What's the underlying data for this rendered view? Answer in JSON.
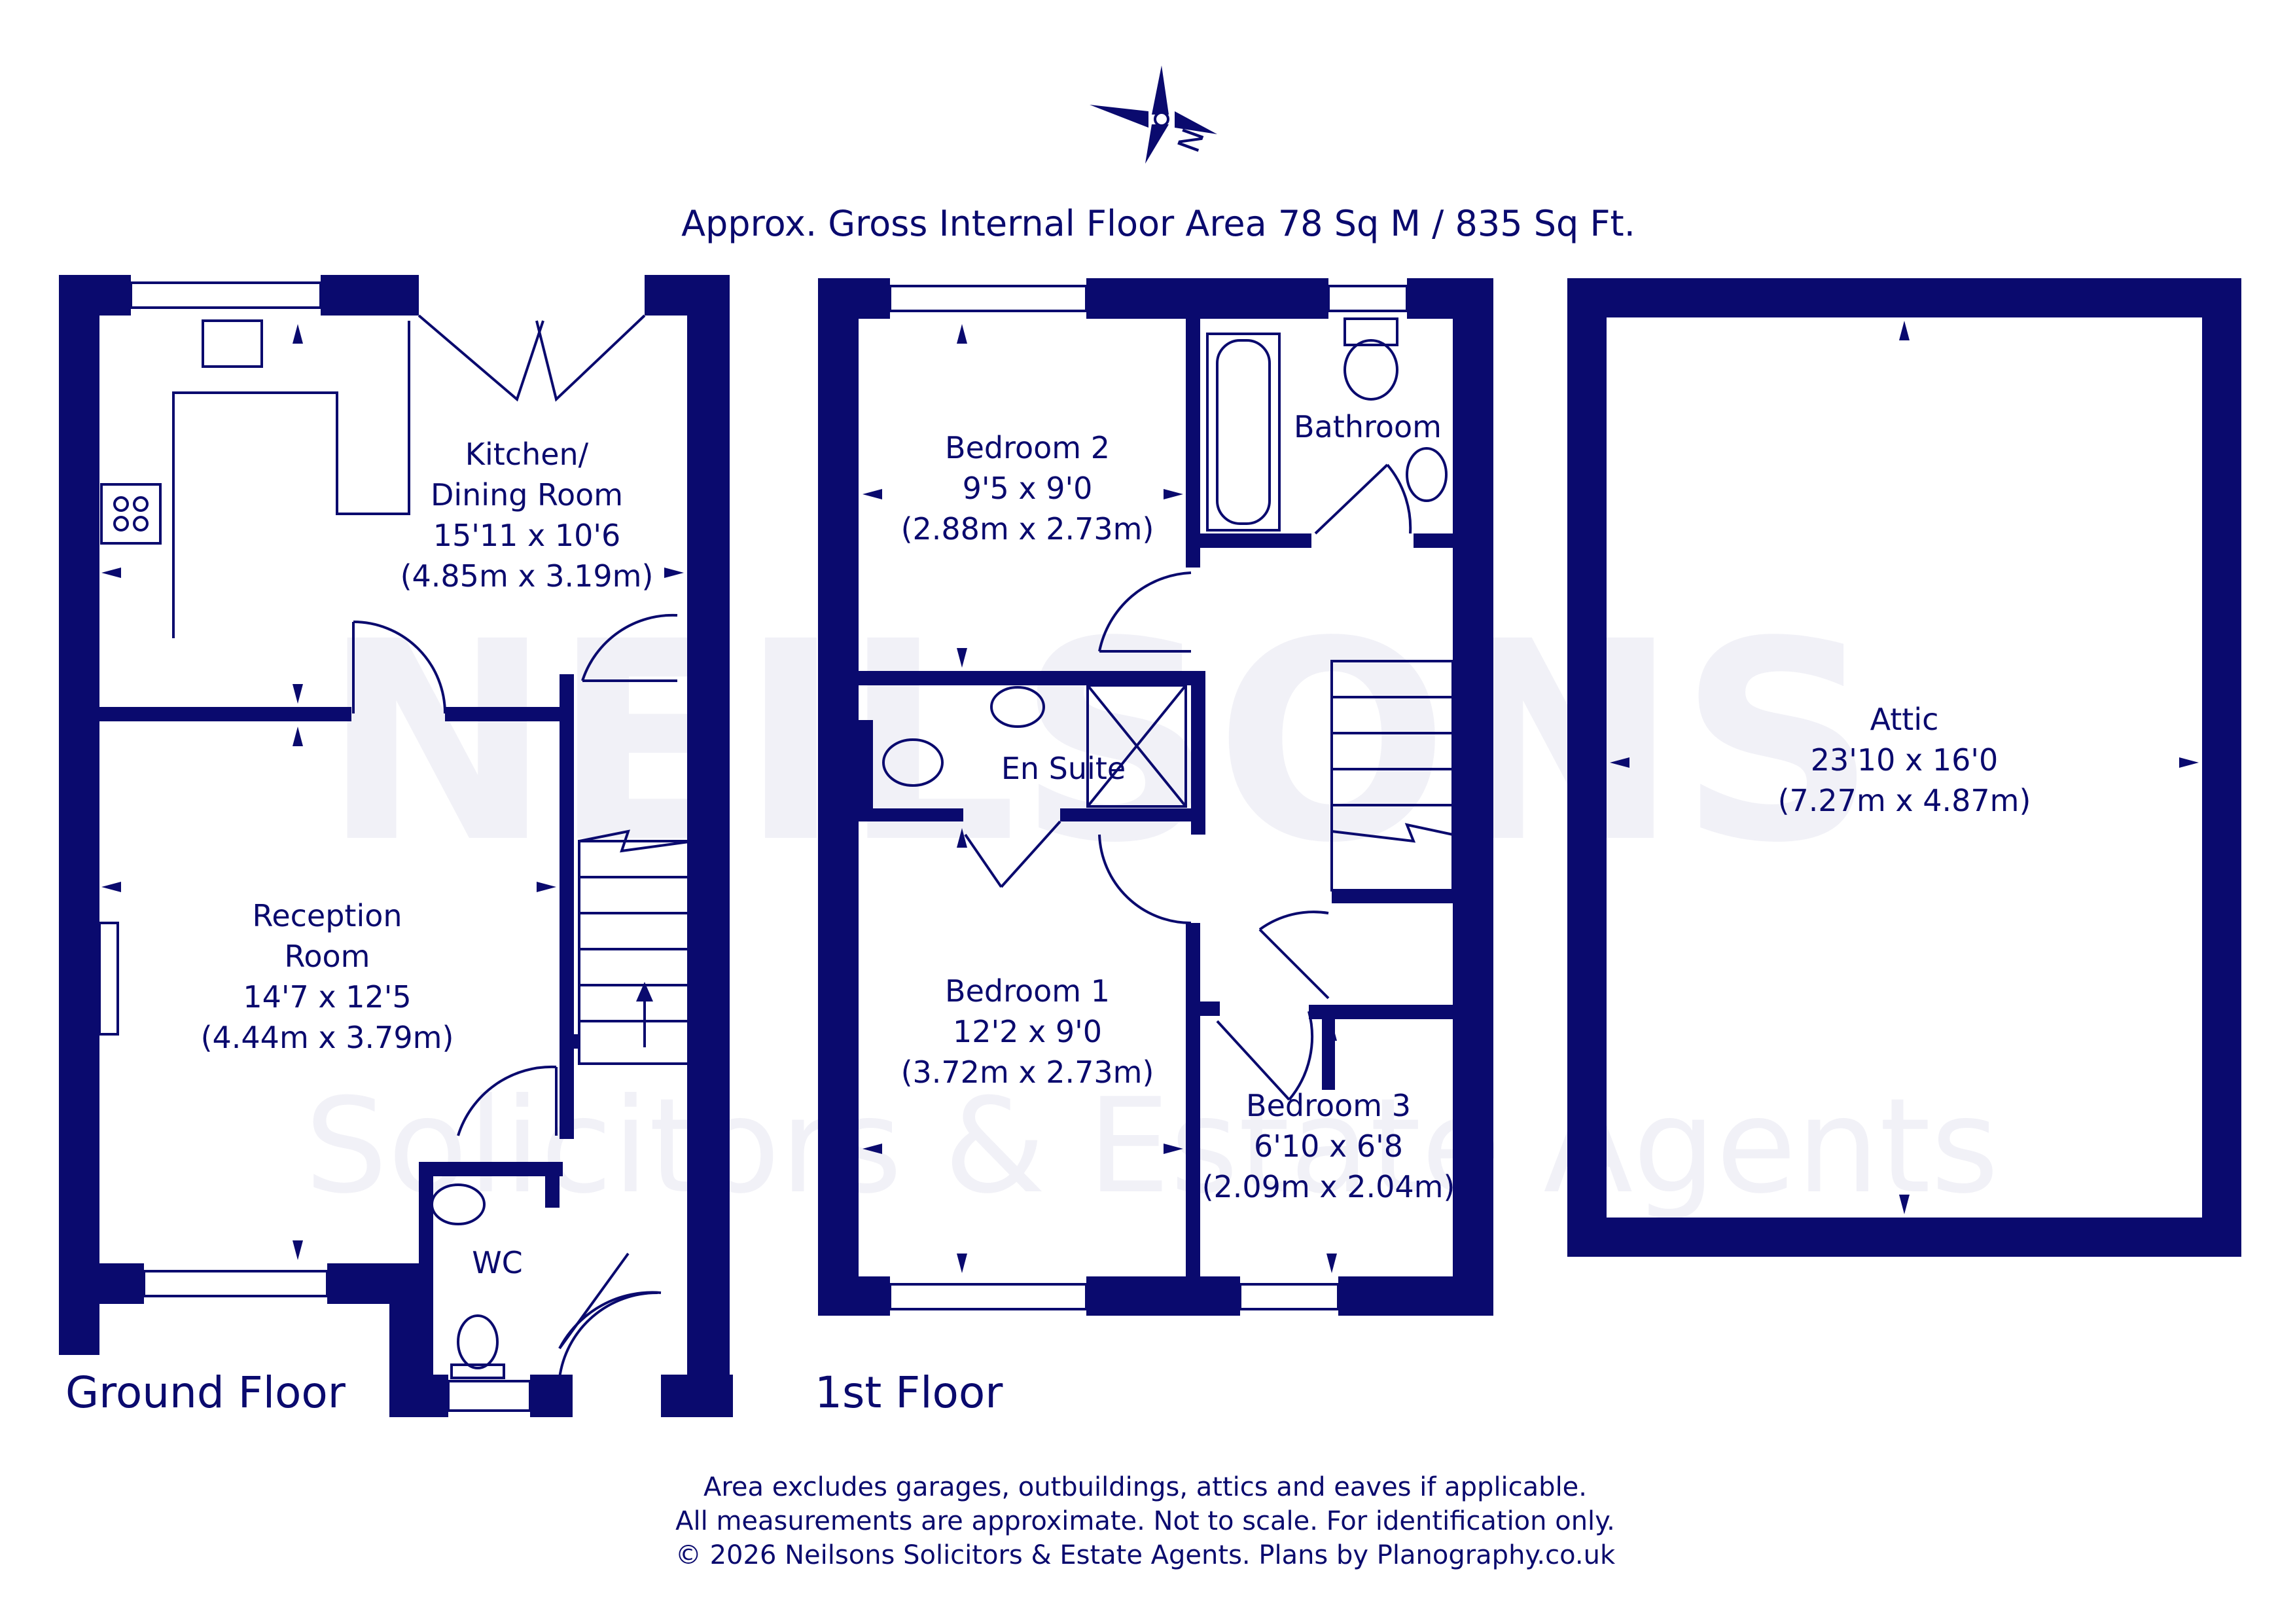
{
  "header": {
    "compass_label": "N",
    "area_text": "Approx. Gross Internal Floor Area 78 Sq M / 835 Sq Ft."
  },
  "watermark": {
    "brand": "NEILSONS",
    "tagline": "Solicitors & Estate Agents"
  },
  "floors": {
    "ground": "Ground Floor",
    "first": "1st Floor"
  },
  "rooms": {
    "kitchen": {
      "line1": "Kitchen/",
      "line2": "Dining Room",
      "imperial": "15'11 x 10'6",
      "metric": "(4.85m x 3.19m)"
    },
    "reception": {
      "line1": "Reception",
      "line2": "Room",
      "imperial": "14'7 x 12'5",
      "metric": "(4.44m x 3.79m)"
    },
    "wc": {
      "name": "WC"
    },
    "bedroom2": {
      "name": "Bedroom 2",
      "imperial": "9'5 x 9'0",
      "metric": "(2.88m x 2.73m)"
    },
    "bathroom": {
      "name": "Bathroom"
    },
    "ensuite": {
      "name": "En Suite"
    },
    "bedroom1": {
      "name": "Bedroom 1",
      "imperial": "12'2 x 9'0",
      "metric": "(3.72m x 2.73m)"
    },
    "bedroom3": {
      "name": "Bedroom 3",
      "imperial": "6'10 x 6'8",
      "metric": "(2.09m x 2.04m)"
    },
    "attic": {
      "name": "Attic",
      "imperial": "23'10 x 16'0",
      "metric": "(7.27m x 4.87m)"
    }
  },
  "footer": {
    "line1": "Area excludes garages, outbuildings, attics and eaves if applicable.",
    "line2": "All measurements are approximate. Not to scale. For identification only.",
    "line3": "© 2026 Neilsons Solicitors & Estate Agents. Plans by Planography.co.uk"
  },
  "colors": {
    "wall": "#0a0a6e",
    "background": "#ffffff"
  }
}
